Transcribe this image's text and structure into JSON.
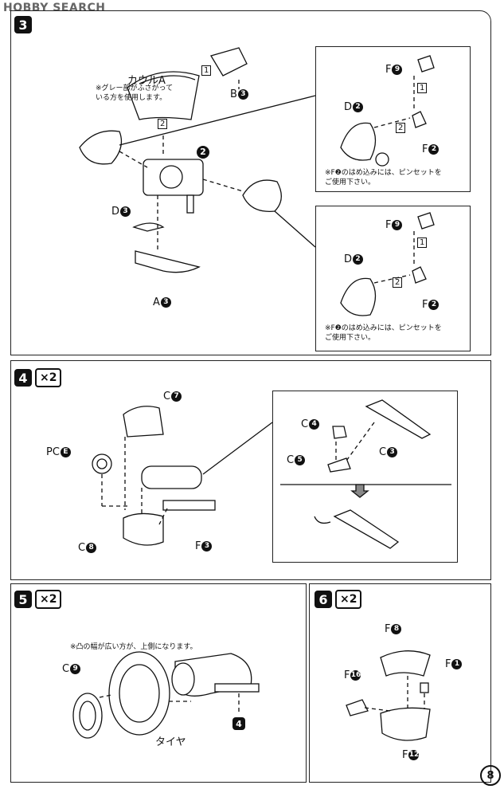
{
  "watermark": "HOBBY SEARCH",
  "page_number": "8",
  "step3": {
    "number": "3",
    "cowl_label": "カウルA",
    "cowl_note": "※グレー部がふさがって\nいる方を使用します。",
    "part_b": "B",
    "part_b_num": "3",
    "part_2": "2",
    "part_d": "D",
    "part_d_num": "3",
    "part_a": "A",
    "part_a_num": "3",
    "seq1": "1",
    "seq2": "2",
    "inset_top": {
      "f9": "F",
      "f9_num": "9",
      "d2": "D",
      "d2_num": "2",
      "f2": "F",
      "f2_num": "2",
      "seq1": "1",
      "seq2": "2",
      "note": "※F❷のはめ込みには、ピンセットを\nご使用下さい。"
    },
    "inset_bottom": {
      "f9": "F",
      "f9_num": "9",
      "d2": "D",
      "d2_num": "2",
      "f2": "F",
      "f2_num": "2",
      "seq1": "1",
      "seq2": "2",
      "note": "※F❷のはめ込みには、ピンセットを\nご使用下さい。"
    }
  },
  "step4": {
    "number": "4",
    "mult": "×2",
    "c7": "C",
    "c7_num": "7",
    "pce": "PC",
    "pce_num": "E",
    "c8": "C",
    "c8_num": "8",
    "f3": "F",
    "f3_num": "3",
    "inset": {
      "c4": "C",
      "c4_num": "4",
      "c5": "C",
      "c5_num": "5",
      "c3": "C",
      "c3_num": "3"
    }
  },
  "step5": {
    "number": "5",
    "mult": "×2",
    "note": "※凸の幅が広い方が、上側になります。",
    "c9": "C",
    "c9_num": "9",
    "tire": "タイヤ",
    "sub": "4"
  },
  "step6": {
    "number": "6",
    "mult": "×2",
    "f8": "F",
    "f8_num": "8",
    "f1": "F",
    "f1_num": "1",
    "f16": "F",
    "f16_num": "16",
    "f12": "F",
    "f12_num": "12"
  }
}
